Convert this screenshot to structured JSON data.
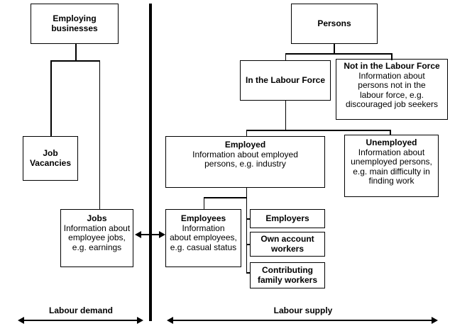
{
  "page": {
    "background_color": "#ffffff",
    "line_color": "#000000"
  },
  "left_section": {
    "label": "Labour demand",
    "boxes": {
      "employing_businesses": {
        "title": "Employing\nbusinesses"
      },
      "job_vacancies": {
        "title": "Job\nVacancies"
      },
      "jobs": {
        "title": "Jobs",
        "body": "Information about\nemployee jobs,\ne.g. earnings"
      }
    }
  },
  "right_section": {
    "label": "Labour supply",
    "boxes": {
      "persons": {
        "title": "Persons"
      },
      "in_labour_force": {
        "title": "In the Labour Force"
      },
      "not_in_labour_force": {
        "title": "Not in the Labour Force",
        "body": "Information about\npersons not in the\nlabour force, e.g.\ndiscouraged job seekers"
      },
      "employed": {
        "title": "Employed",
        "body": "Information about employed\npersons, e.g. industry"
      },
      "unemployed": {
        "title": "Unemployed",
        "body": "Information about\nunemployed persons,\ne.g. main difficulty in\nfinding work"
      },
      "employees": {
        "title": "Employees",
        "body": "Information\nabout employees,\ne.g. casual status"
      },
      "employers": {
        "title": "Employers"
      },
      "own_account_workers": {
        "title": "Own account\nworkers"
      },
      "contributing_family_workers": {
        "title": "Contributing\nfamily workers"
      }
    }
  }
}
